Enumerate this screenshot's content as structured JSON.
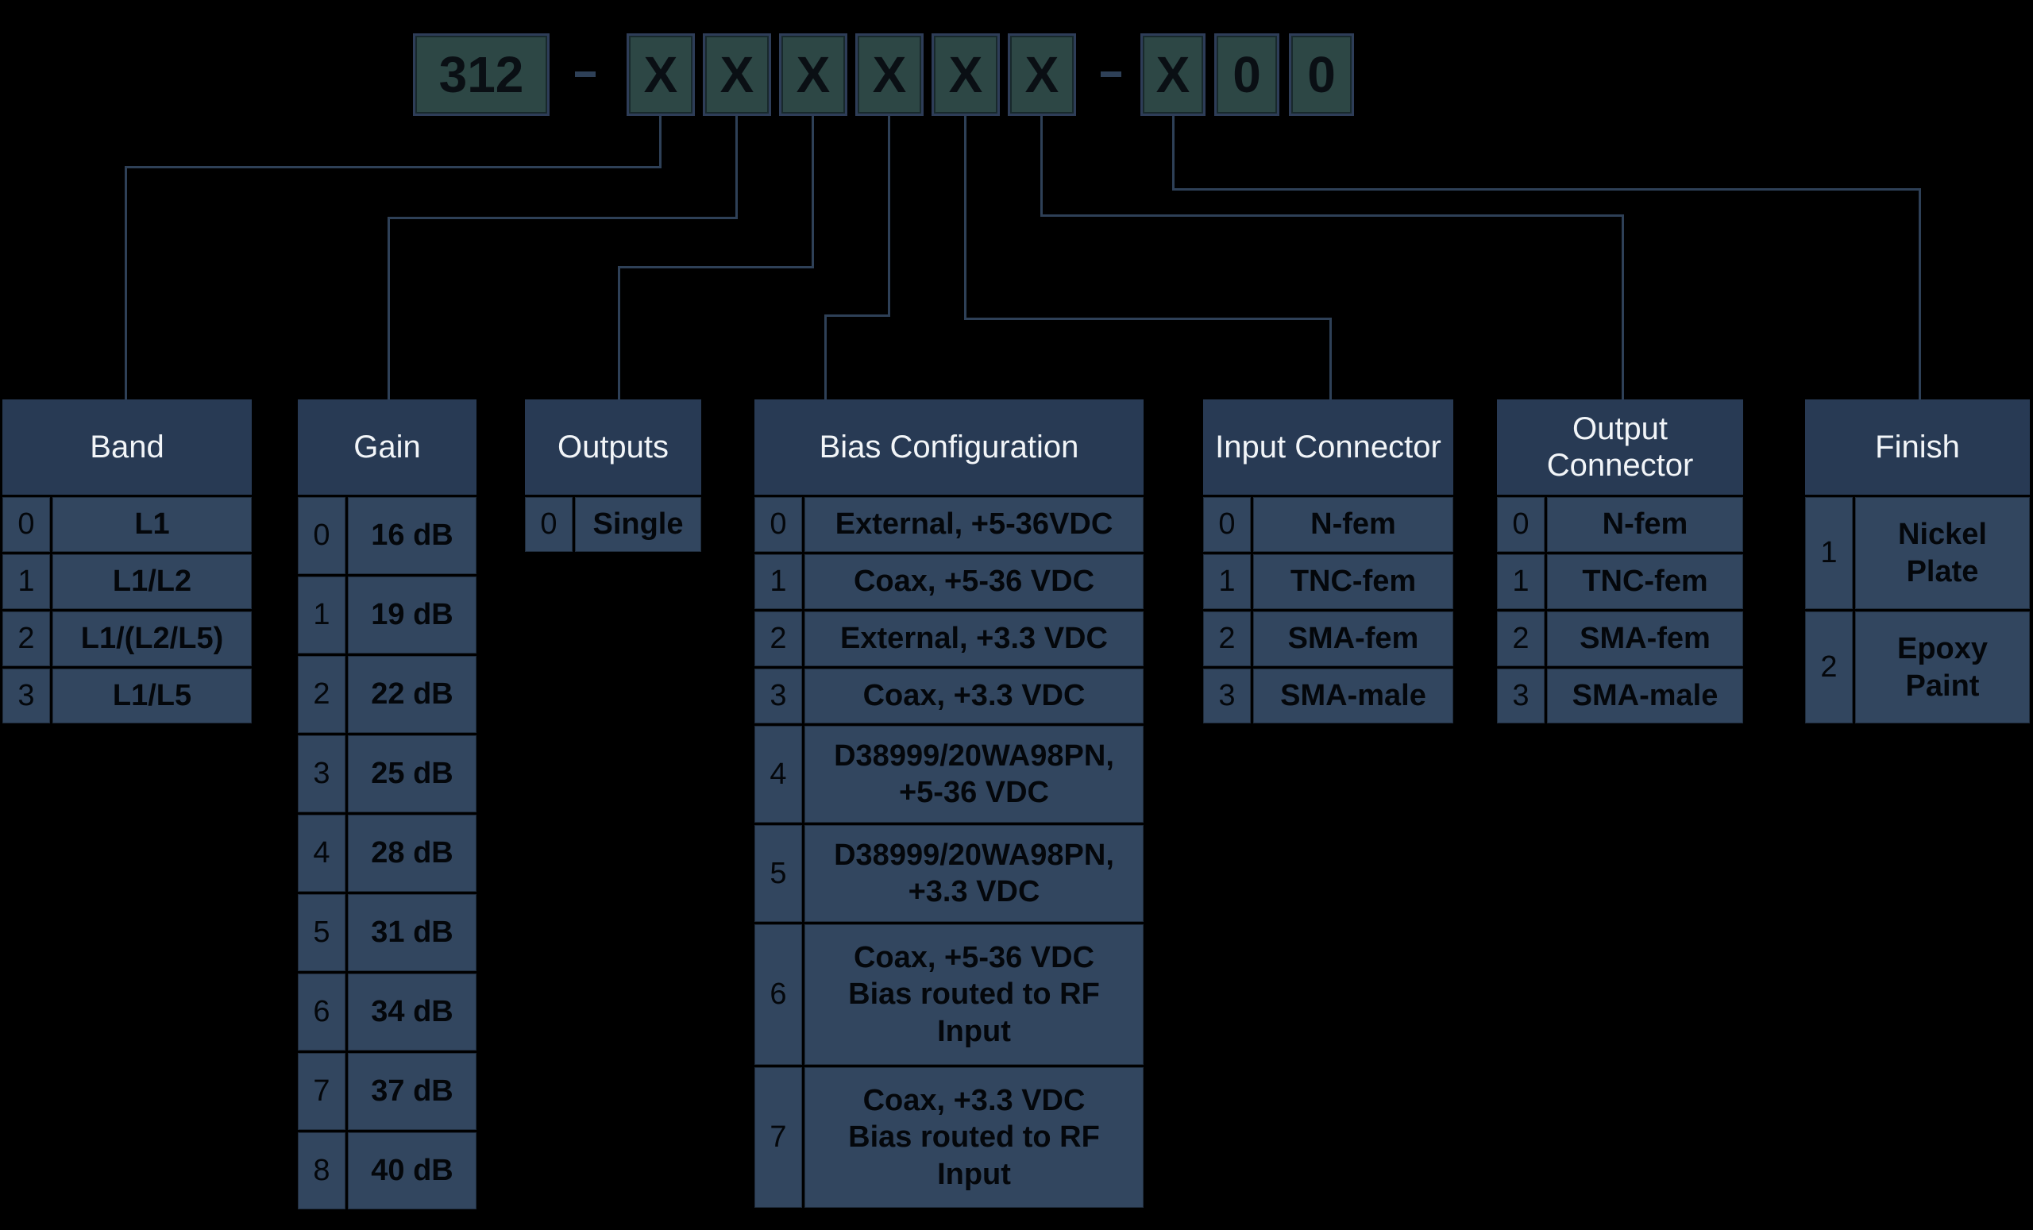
{
  "part_code": {
    "prefix": "312",
    "separator": "-",
    "digits": [
      "X",
      "X",
      "X",
      "X",
      "X",
      "X"
    ],
    "suffix_digits": [
      "X",
      "0",
      "0"
    ]
  },
  "colors": {
    "background": "#000000",
    "header_bg": "#283a54",
    "row_bg": "#32465f",
    "code_box_bg": "#2d4745",
    "code_box_border": "#2e3d58",
    "connector_line": "#2e4057",
    "header_text": "#f2f5f8",
    "cell_text": "#04070b"
  },
  "tables": {
    "band": {
      "title": "Band",
      "rows": [
        {
          "code": "0",
          "value": "L1"
        },
        {
          "code": "1",
          "value": "L1/L2"
        },
        {
          "code": "2",
          "value": "L1/(L2/L5)"
        },
        {
          "code": "3",
          "value": "L1/L5"
        }
      ]
    },
    "gain": {
      "title": "Gain",
      "rows": [
        {
          "code": "0",
          "value": "16 dB"
        },
        {
          "code": "1",
          "value": "19 dB"
        },
        {
          "code": "2",
          "value": "22 dB"
        },
        {
          "code": "3",
          "value": "25 dB"
        },
        {
          "code": "4",
          "value": "28 dB"
        },
        {
          "code": "5",
          "value": "31 dB"
        },
        {
          "code": "6",
          "value": "34 dB"
        },
        {
          "code": "7",
          "value": "37 dB"
        },
        {
          "code": "8",
          "value": "40 dB"
        }
      ]
    },
    "outputs": {
      "title": "Outputs",
      "rows": [
        {
          "code": "0",
          "value": "Single"
        }
      ]
    },
    "bias": {
      "title": "Bias Configuration",
      "rows": [
        {
          "code": "0",
          "value": "External, +5-36VDC"
        },
        {
          "code": "1",
          "value": "Coax, +5-36 VDC"
        },
        {
          "code": "2",
          "value": "External, +3.3 VDC"
        },
        {
          "code": "3",
          "value": "Coax, +3.3 VDC"
        },
        {
          "code": "4",
          "value": "D38999/20WA98PN,\n+5-36 VDC"
        },
        {
          "code": "5",
          "value": "D38999/20WA98PN,\n+3.3 VDC"
        },
        {
          "code": "6",
          "value": "Coax, +5-36 VDC\nBias routed to RF\nInput"
        },
        {
          "code": "7",
          "value": "Coax, +3.3 VDC\nBias routed to RF\nInput"
        }
      ]
    },
    "input_connector": {
      "title": "Input Connector",
      "rows": [
        {
          "code": "0",
          "value": "N-fem"
        },
        {
          "code": "1",
          "value": "TNC-fem"
        },
        {
          "code": "2",
          "value": "SMA-fem"
        },
        {
          "code": "3",
          "value": "SMA-male"
        }
      ]
    },
    "output_connector": {
      "title": "Output Connector",
      "rows": [
        {
          "code": "0",
          "value": "N-fem"
        },
        {
          "code": "1",
          "value": "TNC-fem"
        },
        {
          "code": "2",
          "value": "SMA-fem"
        },
        {
          "code": "3",
          "value": "SMA-male"
        }
      ]
    },
    "finish": {
      "title": "Finish",
      "rows": [
        {
          "code": "1",
          "value": "Nickel\nPlate"
        },
        {
          "code": "2",
          "value": "Epoxy\nPaint"
        }
      ]
    }
  }
}
